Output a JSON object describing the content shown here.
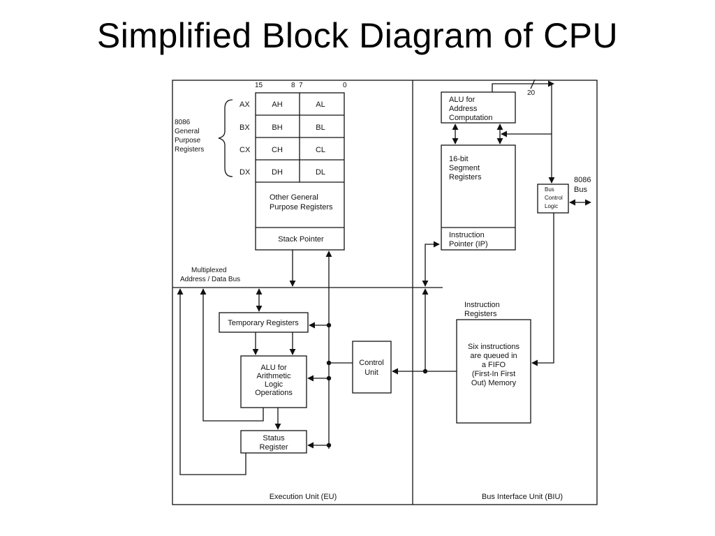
{
  "title": "Simplified Block Diagram of CPU",
  "bit_labels": {
    "b15": "15",
    "b8": "8",
    "b7": "7",
    "b0": "0"
  },
  "bus_width": "20",
  "gp_group_label": [
    "8086",
    "General",
    "Purpose",
    "Registers"
  ],
  "registers": [
    {
      "name": "AX",
      "high": "AH",
      "low": "AL"
    },
    {
      "name": "BX",
      "high": "BH",
      "low": "BL"
    },
    {
      "name": "CX",
      "high": "CH",
      "low": "CL"
    },
    {
      "name": "DX",
      "high": "DH",
      "low": "DL"
    }
  ],
  "other_gp_registers": [
    "Other General",
    "Purpose Registers"
  ],
  "stack_pointer": "Stack Pointer",
  "mux_bus": [
    "Multiplexed",
    "Address / Data Bus"
  ],
  "temp_registers": "Temporary Registers",
  "alu_arith": [
    "ALU for",
    "Arithmetic",
    "Logic",
    "Operations"
  ],
  "status_register": [
    "Status",
    "Register"
  ],
  "control_unit": [
    "Control",
    "Unit"
  ],
  "alu_address": [
    "ALU for",
    "Address",
    "Computation"
  ],
  "segment_registers": [
    "16-bit",
    "Segment",
    "Registers"
  ],
  "instruction_pointer": [
    "Instruction",
    "Pointer (IP)"
  ],
  "bus_control_logic": [
    "Bus",
    "Control",
    "Logic"
  ],
  "bus_8086": [
    "8086",
    "Bus"
  ],
  "instruction_registers_label": [
    "Instruction",
    "Registers"
  ],
  "queue_text": [
    "Six instructions",
    "are queued in",
    "a FIFO",
    "(First-In First",
    "Out) Memory"
  ],
  "eu_label": "Execution Unit (EU)",
  "biu_label": "Bus Interface Unit (BIU)"
}
